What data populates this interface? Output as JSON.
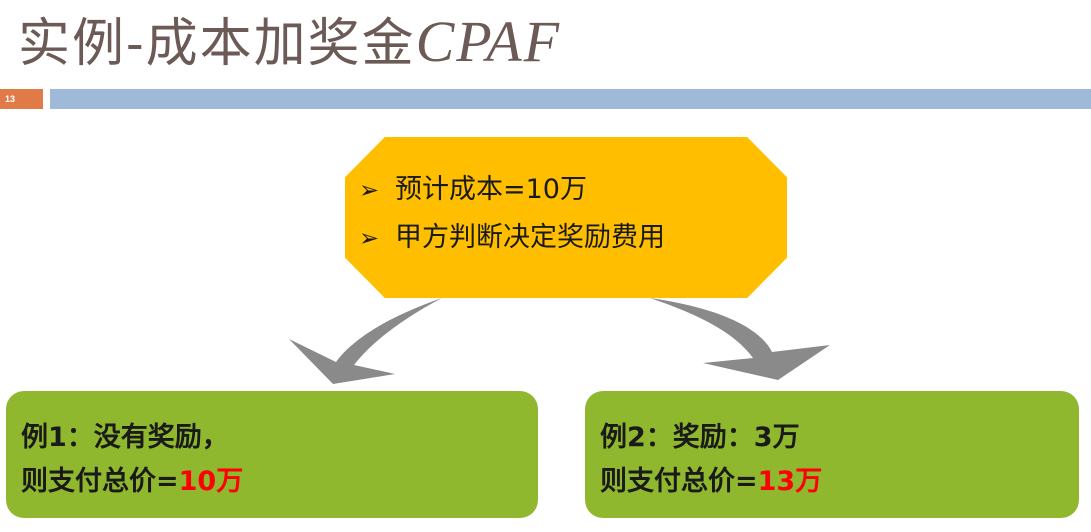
{
  "slide": {
    "title_cn": "实例-成本加奖金",
    "title_latin": "CPAF",
    "slide_number": "13"
  },
  "center_box": {
    "bullet_glyph": "➢",
    "items": [
      "预计成本=10万",
      "甲方判断决定奖励费用"
    ]
  },
  "example_left": {
    "line1": "例1：没有奖励，",
    "line2_prefix": "则支付总价=",
    "line2_amount": "10",
    "line2_unit": "万"
  },
  "example_right": {
    "line1": "例2：奖励：3万",
    "line2_prefix": "则支付总价=",
    "line2_amount": "13",
    "line2_unit": "万"
  },
  "colors": {
    "title": "#6b5a56",
    "slide_number_box": "#e07b47",
    "title_rule": "#9fbad8",
    "center_box": "#ffbf00",
    "card": "#8fb82f",
    "arrow": "#8a8a8a",
    "highlight": "#ff0000"
  }
}
